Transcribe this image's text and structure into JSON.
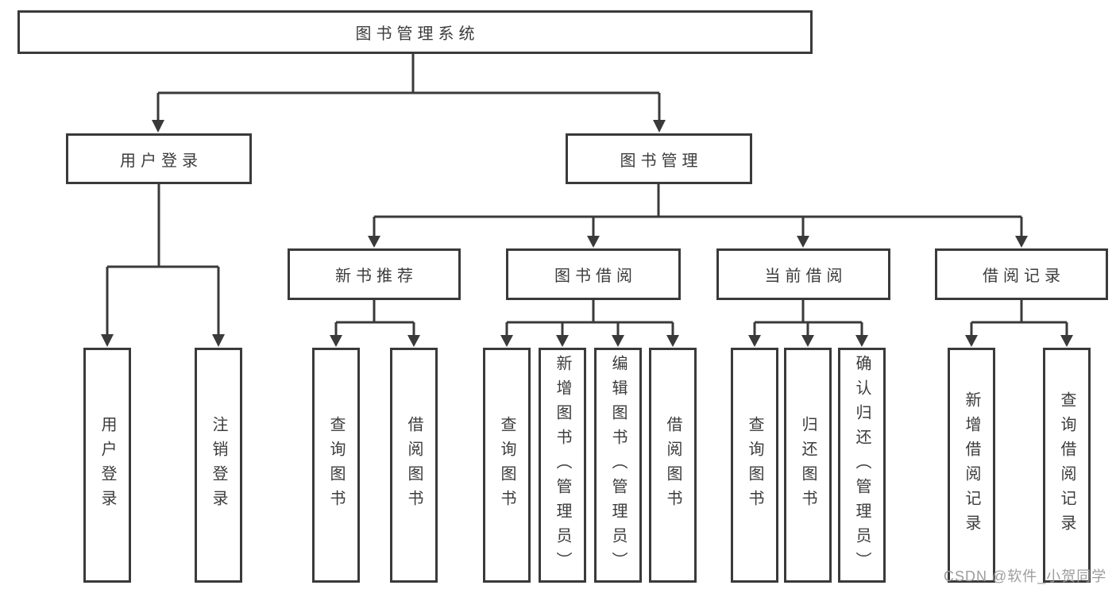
{
  "diagram": {
    "title": "图书管理系统",
    "root": {
      "label": "图书管理系统"
    },
    "level2": [
      {
        "label": "用户登录",
        "parent": "图书管理系统"
      },
      {
        "label": "图书管理",
        "parent": "图书管理系统"
      }
    ],
    "level3": [
      {
        "label": "新书推荐",
        "parent": "图书管理"
      },
      {
        "label": "图书借阅",
        "parent": "图书管理"
      },
      {
        "label": "当前借阅",
        "parent": "图书管理"
      },
      {
        "label": "借阅记录",
        "parent": "图书管理"
      }
    ],
    "leaves": [
      {
        "label": "用户登录",
        "parent": "用户登录"
      },
      {
        "label": "注销登录",
        "parent": "用户登录"
      },
      {
        "label": "查询图书",
        "parent": "新书推荐"
      },
      {
        "label": "借阅图书",
        "parent": "新书推荐"
      },
      {
        "label": "查询图书",
        "parent": "图书借阅"
      },
      {
        "label": "新增图书（管理员）",
        "parent": "图书借阅"
      },
      {
        "label": "编辑图书（管理员）",
        "parent": "图书借阅"
      },
      {
        "label": "借阅图书",
        "parent": "图书借阅"
      },
      {
        "label": "查询图书",
        "parent": "当前借阅"
      },
      {
        "label": "归还图书",
        "parent": "当前借阅"
      },
      {
        "label": "确认归还（管理员）",
        "parent": "当前借阅"
      },
      {
        "label": "新增借阅记录",
        "parent": "借阅记录"
      },
      {
        "label": "查询借阅记录",
        "parent": "借阅记录"
      }
    ],
    "colors": {
      "line": "#3a3a3a",
      "text": "#3c3c3c",
      "background": "#ffffff"
    }
  },
  "watermark": {
    "text": "CSDN @软件_小贺同学",
    "color": "#9c9c9c"
  }
}
